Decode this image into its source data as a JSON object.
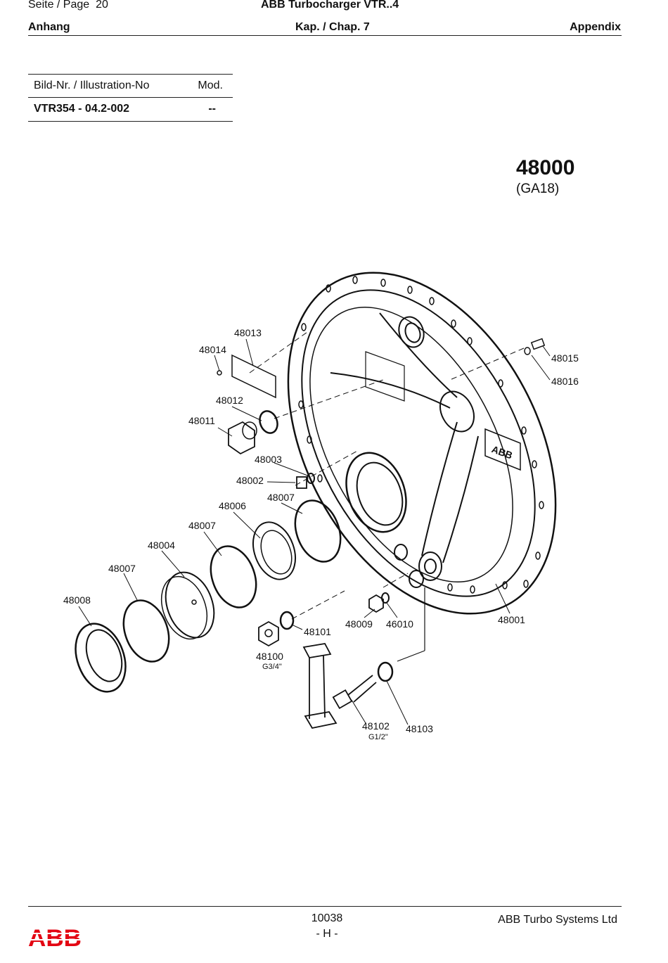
{
  "header": {
    "page_label": "Seite / Page",
    "page_number": "20",
    "doc_title": "ABB Turbocharger VTR..4",
    "section_left": "Anhang",
    "chapter": "Kap. / Chap. 7",
    "section_right": "Appendix"
  },
  "illustration_table": {
    "col_illustration": "Bild-Nr. / Illustration-No",
    "col_mod": "Mod.",
    "illustration_no": "VTR354 - 04.2-002",
    "mod": "--"
  },
  "assembly": {
    "part_number": "48000",
    "group_code": "(GA18)"
  },
  "parts": [
    "48013",
    "48014",
    "48015",
    "48016",
    "48012",
    "48011",
    "48003",
    "48002",
    "48007",
    "48006",
    "48007",
    "48004",
    "48007",
    "48008",
    "48009",
    "46010",
    "48001",
    "48101",
    "48100",
    "G3/4\"",
    "48102",
    "G1/2\"",
    "48103"
  ],
  "footer": {
    "doc_number": "10038",
    "revision": "- H -",
    "company": "ABB Turbo Systems Ltd",
    "logo": "ABB",
    "logo_color": "#e30613"
  }
}
